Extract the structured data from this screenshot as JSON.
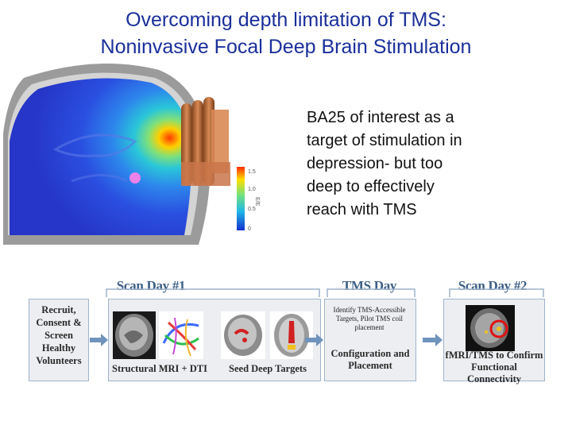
{
  "title": {
    "line1": "Overcoming depth limitation of TMS:",
    "line2": "Noninvasive Focal Deep Brain Stimulation"
  },
  "description": {
    "lines": [
      "BA25 of interest as a",
      "target of stimulation in",
      "depression- but too",
      "deep to effectively",
      "reach with TMS"
    ]
  },
  "colorbar": {
    "ticks": [
      "1.5",
      "1.0",
      "0.5",
      "0"
    ],
    "label": "E/E"
  },
  "workflow": {
    "stages": {
      "scan_day_1": "Scan Day #1",
      "tms_day": "TMS Day",
      "scan_day_2": "Scan Day #2"
    },
    "boxes": {
      "recruit": [
        "Recruit,",
        "Consent &",
        "Screen",
        "Healthy",
        "Volunteers"
      ],
      "structural": "Structural MRI + DTI",
      "seed": "Seed Deep Targets",
      "configuration": [
        "Configuration and",
        "Placement"
      ],
      "fmri": [
        "fMRI/TMS to Confirm",
        "Functional Connectivity"
      ]
    },
    "note": "Identify TMS-Accessible Targets, Pilot TMS coil placement"
  },
  "colors": {
    "title": "#1a2f9a",
    "stage_label": "#3d5f86",
    "arrow": "#6f93bd",
    "box_bg": "#eceef1",
    "box_border": "#9fb4cc"
  }
}
